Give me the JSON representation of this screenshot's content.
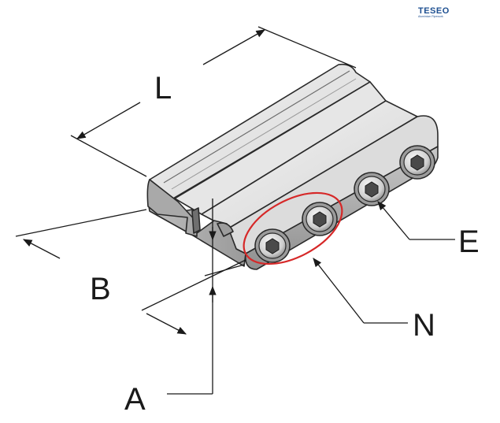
{
  "logo": {
    "name": "TESEO",
    "tagline": "Aluminium Pipework",
    "color": "#1d4f91"
  },
  "labels": {
    "length": "L",
    "width": "B",
    "height": "A",
    "screw": "E",
    "group": "N"
  },
  "colors": {
    "highlight": "#d62828",
    "line": "#1a1a1a"
  },
  "icons": [
    "hex-socket-screw-icon"
  ]
}
